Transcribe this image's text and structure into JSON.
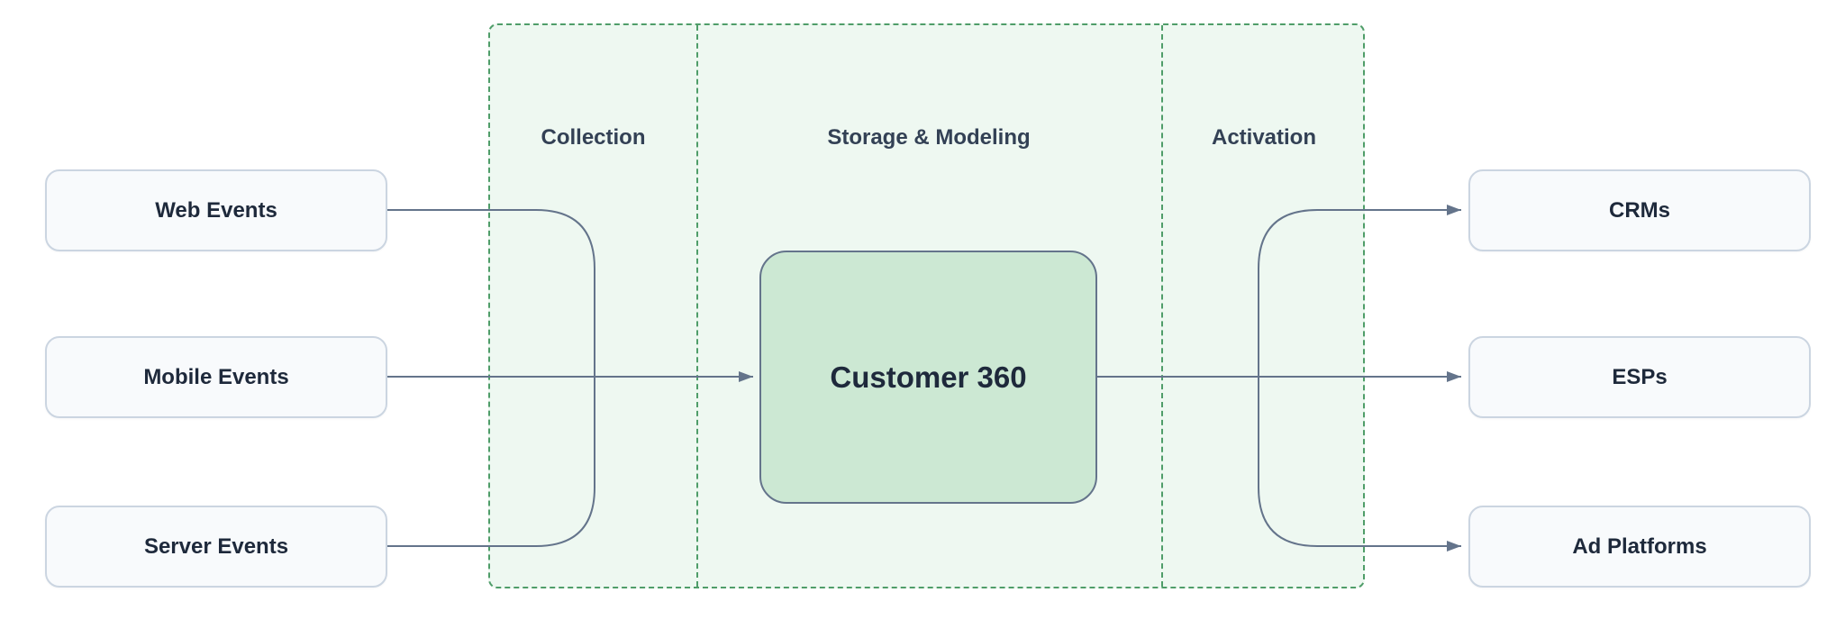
{
  "diagram": {
    "sources": [
      {
        "label": "Web Events"
      },
      {
        "label": "Mobile Events"
      },
      {
        "label": "Server Events"
      }
    ],
    "stages": [
      {
        "label": "Collection"
      },
      {
        "label": "Storage & Modeling"
      },
      {
        "label": "Activation"
      }
    ],
    "hub": {
      "label": "Customer 360"
    },
    "destinations": [
      {
        "label": "CRMs"
      },
      {
        "label": "ESPs"
      },
      {
        "label": "Ad Platforms"
      }
    ],
    "colors": {
      "zone_bg": "#eef8f1",
      "zone_border": "#4f9d69",
      "hub_bg": "#cce8d3",
      "hub_border": "#64748b",
      "node_bg": "#f8fafc",
      "node_border": "#cbd5e1",
      "connector": "#64748b",
      "text": "#1e293b"
    }
  }
}
